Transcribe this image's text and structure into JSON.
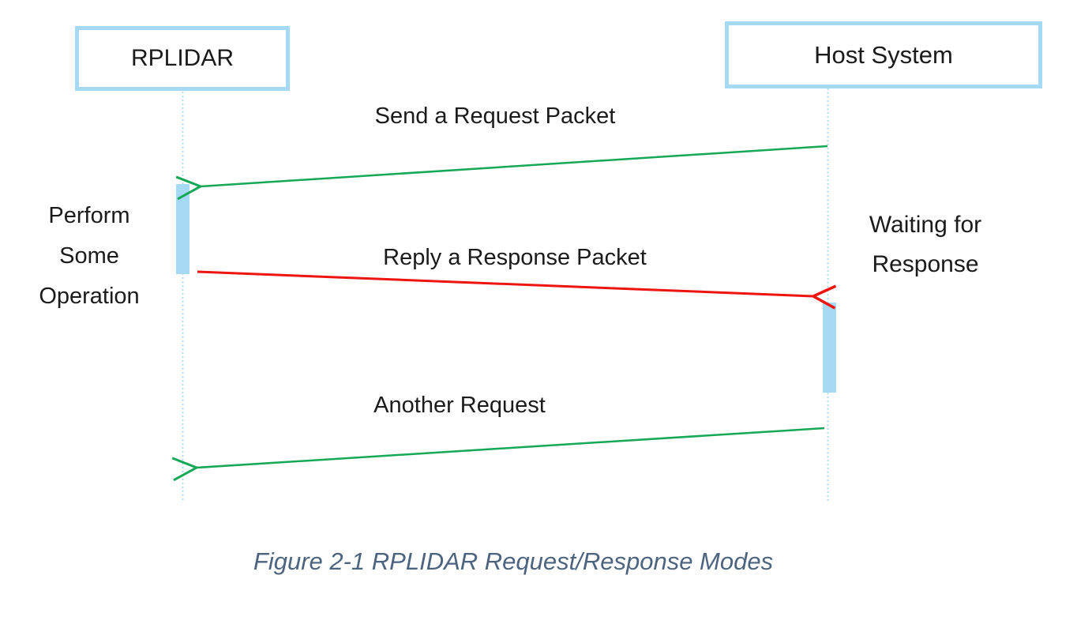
{
  "actors": {
    "left": "RPLIDAR",
    "right": "Host System"
  },
  "messages": {
    "request": "Send a Request Packet",
    "response": "Reply a Response Packet",
    "another_request": "Another Request"
  },
  "annotations": {
    "left": {
      "line1": "Perform",
      "line2": "Some",
      "line3": "Operation"
    },
    "right": {
      "line1": "Waiting for",
      "line2": "Response"
    }
  },
  "caption": "Figure 2-1 RPLIDAR Request/Response Modes",
  "colors": {
    "actor_border": "#a6d9f4",
    "activation_fill": "#a6d9f4",
    "lifeline": "#b0dcf2",
    "request_arrow_green": "#17a857",
    "response_arrow_red": "#ee1410",
    "caption_text": "#4d6480"
  }
}
